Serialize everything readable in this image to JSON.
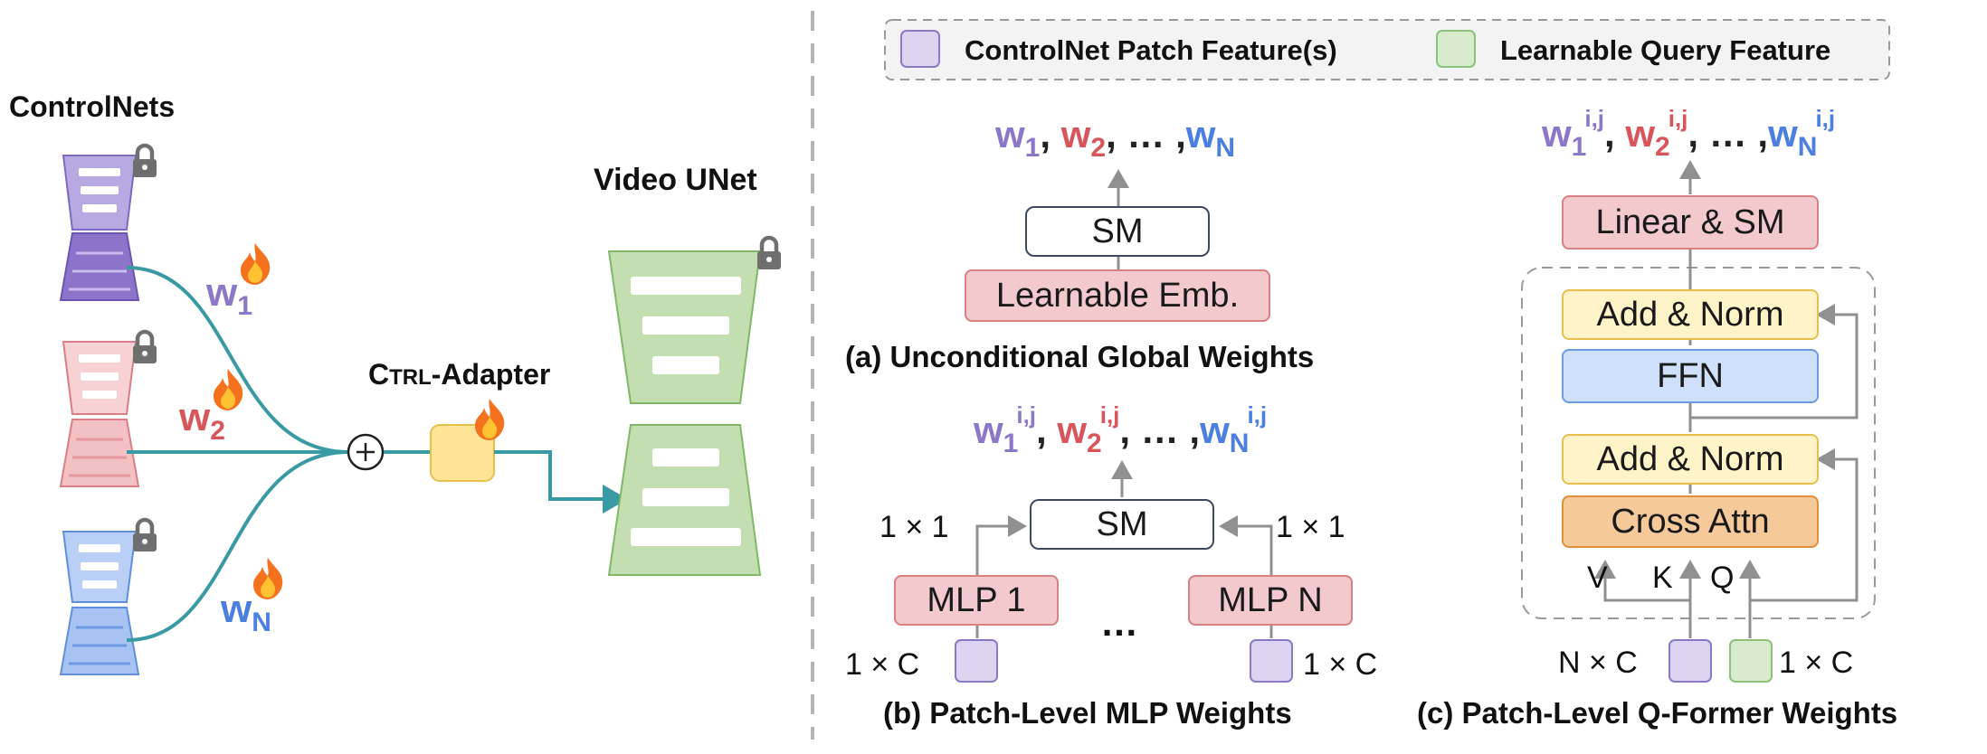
{
  "left": {
    "controlnets_title": "ControlNets",
    "video_unet_title": "Video UNet",
    "adapter_title_big": "C",
    "adapter_title_small": "TRL",
    "adapter_title_rest": "-Adapter",
    "weights": [
      {
        "base": "w",
        "sub": "1"
      },
      {
        "base": "w",
        "sub": "2"
      },
      {
        "base": "w",
        "sub": "N"
      }
    ],
    "sum_symbol": "⊕"
  },
  "legend": {
    "patch_label": "ControlNet Patch Feature(s)",
    "query_label": "Learnable Query Feature"
  },
  "panel_a": {
    "caption": "(a) Unconditional Global Weights",
    "output_first_sub": "1",
    "output_second_sub": "2",
    "output_last_sub": "N",
    "output_base": "w",
    "ellipsis": ", … ,",
    "sm_label": "SM",
    "emb_label": "Learnable Emb."
  },
  "panel_b": {
    "caption": "(b) Patch-Level MLP Weights",
    "sup": "i,j",
    "sm_label": "SM",
    "mlp1_label": "MLP 1",
    "mlpn_label": "MLP N",
    "dim_left_top": "1 × 1",
    "dim_right_top": "1 × 1",
    "dim_left_bottom": "1 × C",
    "dim_right_bottom": "1 × C",
    "dots": "…"
  },
  "panel_c": {
    "caption": "(c) Patch-Level Q-Former Weights",
    "linear_label": "Linear & SM",
    "add_norm_top": "Add & Norm",
    "ffn_label": "FFN",
    "add_norm_bottom": "Add & Norm",
    "cross_attn_label": "Cross Attn",
    "v_label": "V",
    "k_label": "K",
    "q_label": "Q",
    "dim_left": "N × C",
    "dim_right": "1 × C"
  },
  "colors": {
    "purple": "#8b78c8",
    "red": "#d9555c",
    "blue": "#4b7fe0",
    "teal": "#3a9aa3",
    "green": "#9cc783"
  }
}
